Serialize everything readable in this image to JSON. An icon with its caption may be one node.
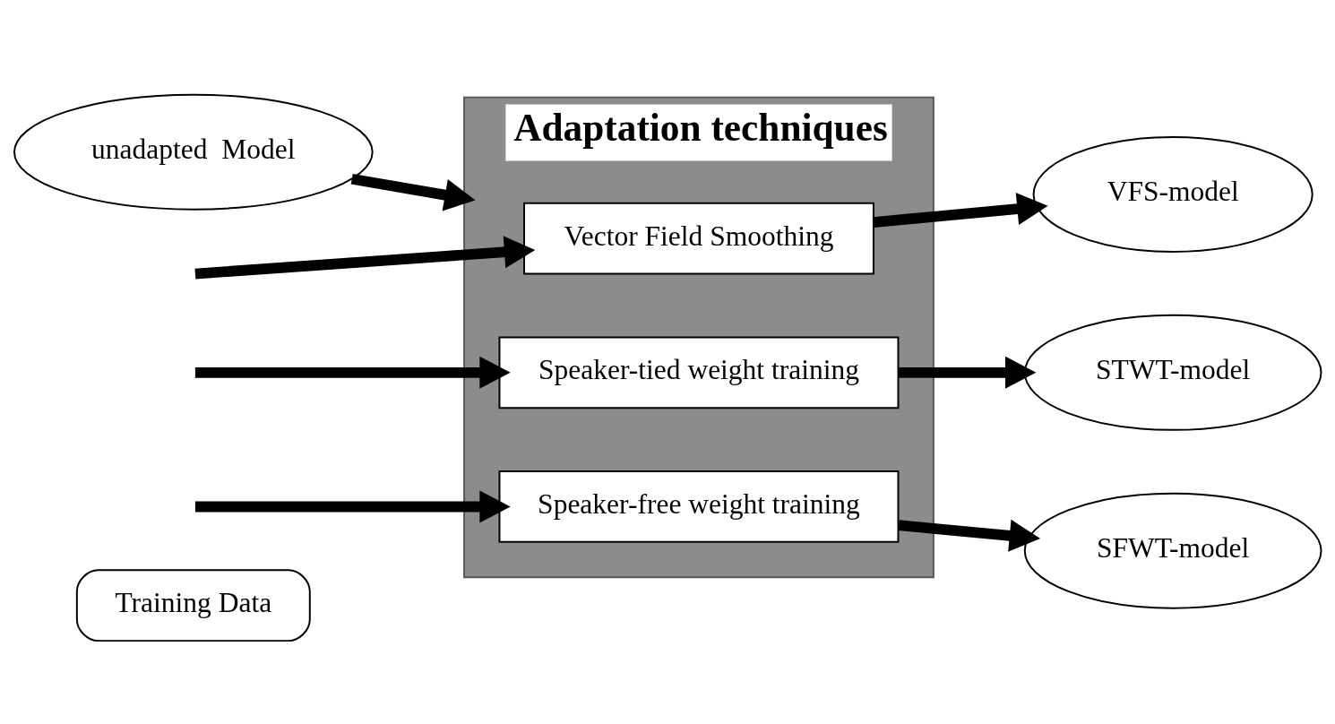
{
  "diagram": {
    "nodes": [
      {
        "text": [
          "Training Data"
        ]
      },
      {
        "text": [
          "Adaptation techniques"
        ]
      },
      {
        "text": [
          "Vector Field Smoothing"
        ],
        "in": 1
      },
      {
        "text": [
          "Speaker-tied weight training"
        ],
        "in": 1
      },
      {
        "text": [
          "Speaker-free weight training"
        ],
        "in": 1
      },
      {
        "text": [
          "VFS-model"
        ]
      },
      {
        "text": [
          "STWT-model"
        ]
      },
      {
        "text": [
          "SFWT-model"
        ]
      },
      {
        "text": [
          "unadapted  Model"
        ]
      }
    ],
    "edges": [
      {
        "from": null,
        "to": 2,
        "arrow": "to"
      },
      {
        "from": null,
        "to": 3,
        "arrow": "to"
      },
      {
        "from": null,
        "to": 4,
        "arrow": "to"
      },
      {
        "from": 2,
        "to": 5,
        "arrow": "to"
      },
      {
        "from": 3,
        "to": 6,
        "arrow": "to"
      },
      {
        "from": 4,
        "to": 7,
        "arrow": "to"
      },
      {
        "from": 8,
        "to": 1,
        "arrow": "to"
      }
    ]
  }
}
